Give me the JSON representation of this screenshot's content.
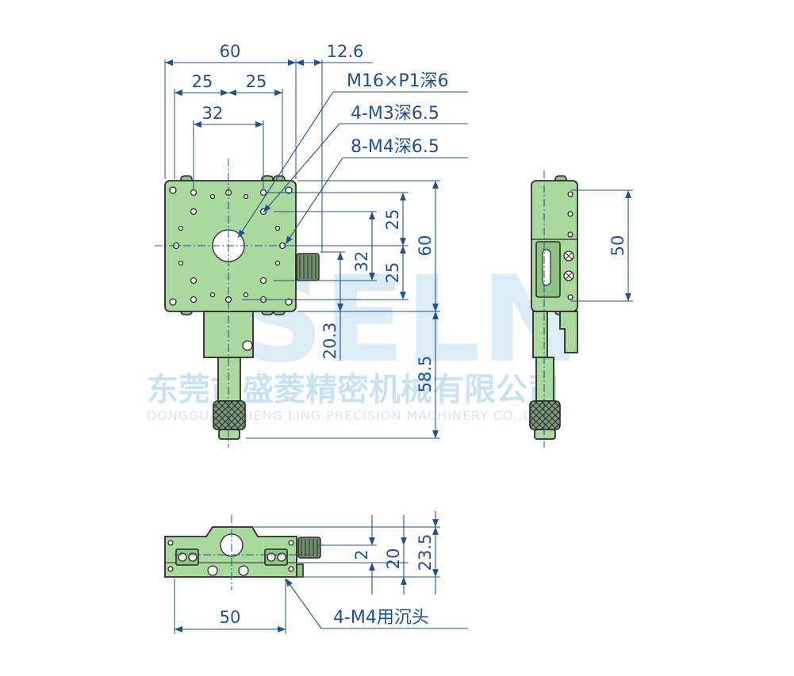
{
  "dimensions": {
    "d60_top": "60",
    "d12_6": "12.6",
    "d25_left": "25",
    "d25_right": "25",
    "d32_top": "32",
    "d25_v1": "25",
    "d60_v": "60",
    "d32_v": "32",
    "d25_v2": "25",
    "d20_3": "20.3",
    "d58_5": "58.5",
    "d50_side": "50",
    "d2": "2",
    "d20": "20",
    "d23_5": "23.5",
    "d50_bottom": "50"
  },
  "notes": {
    "thread": "M16×P1深6",
    "m3": "4-M3深6.5",
    "m4": "8-M4深6.5",
    "counterbore": "4-M4用沉头"
  },
  "watermark": {
    "logo": "SELN",
    "company_cn": "东莞市盛菱精密机械有限公司",
    "company_en": "DONGGUAN SHENG LING PRECISION MACHINERY CO.,LTD."
  },
  "colors": {
    "stage_green": "#a9d99c",
    "dimension_blue": "#1f4f95",
    "watermark_blue": "#9ccbe6"
  }
}
